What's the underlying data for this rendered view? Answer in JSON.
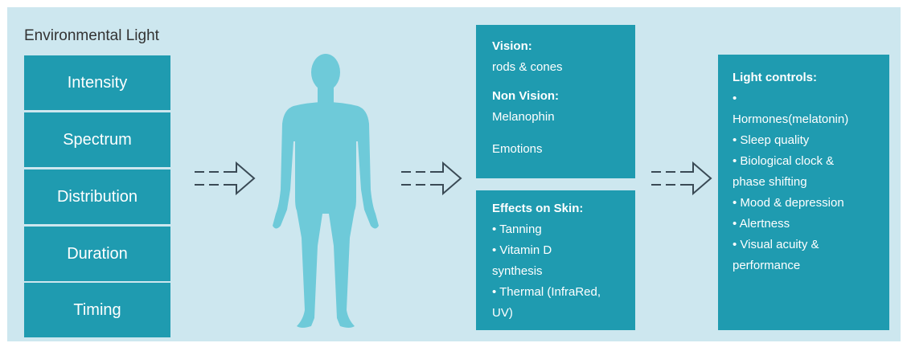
{
  "colors": {
    "background": "#cde7ef",
    "box": "#1f9bb0",
    "figure": "#6ecad9",
    "arrow": "#3a4a55",
    "text_on_box": "#ffffff"
  },
  "environment": {
    "title": "Environmental Light",
    "factors": [
      "Intensity",
      "Spectrum",
      "Distribution",
      "Duration",
      "Timing"
    ]
  },
  "figure": {
    "icon": "human-body-silhouette"
  },
  "arrows": {
    "icon": "dashed-arrow-right"
  },
  "vision_box": {
    "vision_title": "Vision:",
    "vision_text": "rods & cones",
    "non_vision_title": "Non Vision:",
    "non_vision_text": "Melanophin",
    "emotions": "Emotions"
  },
  "skin_box": {
    "title": "Effects on Skin:",
    "items": [
      "• Tanning",
      "• Vitamin D",
      "synthesis",
      "• Thermal (InfraRed,",
      "UV)"
    ]
  },
  "controls_box": {
    "title": "Light controls:",
    "items": [
      "•",
      "Hormones(melatonin)",
      "• Sleep quality",
      "• Biological clock &",
      "phase shifting",
      "• Mood & depression",
      "• Alertness",
      "• Visual acuity &",
      "performance"
    ]
  }
}
